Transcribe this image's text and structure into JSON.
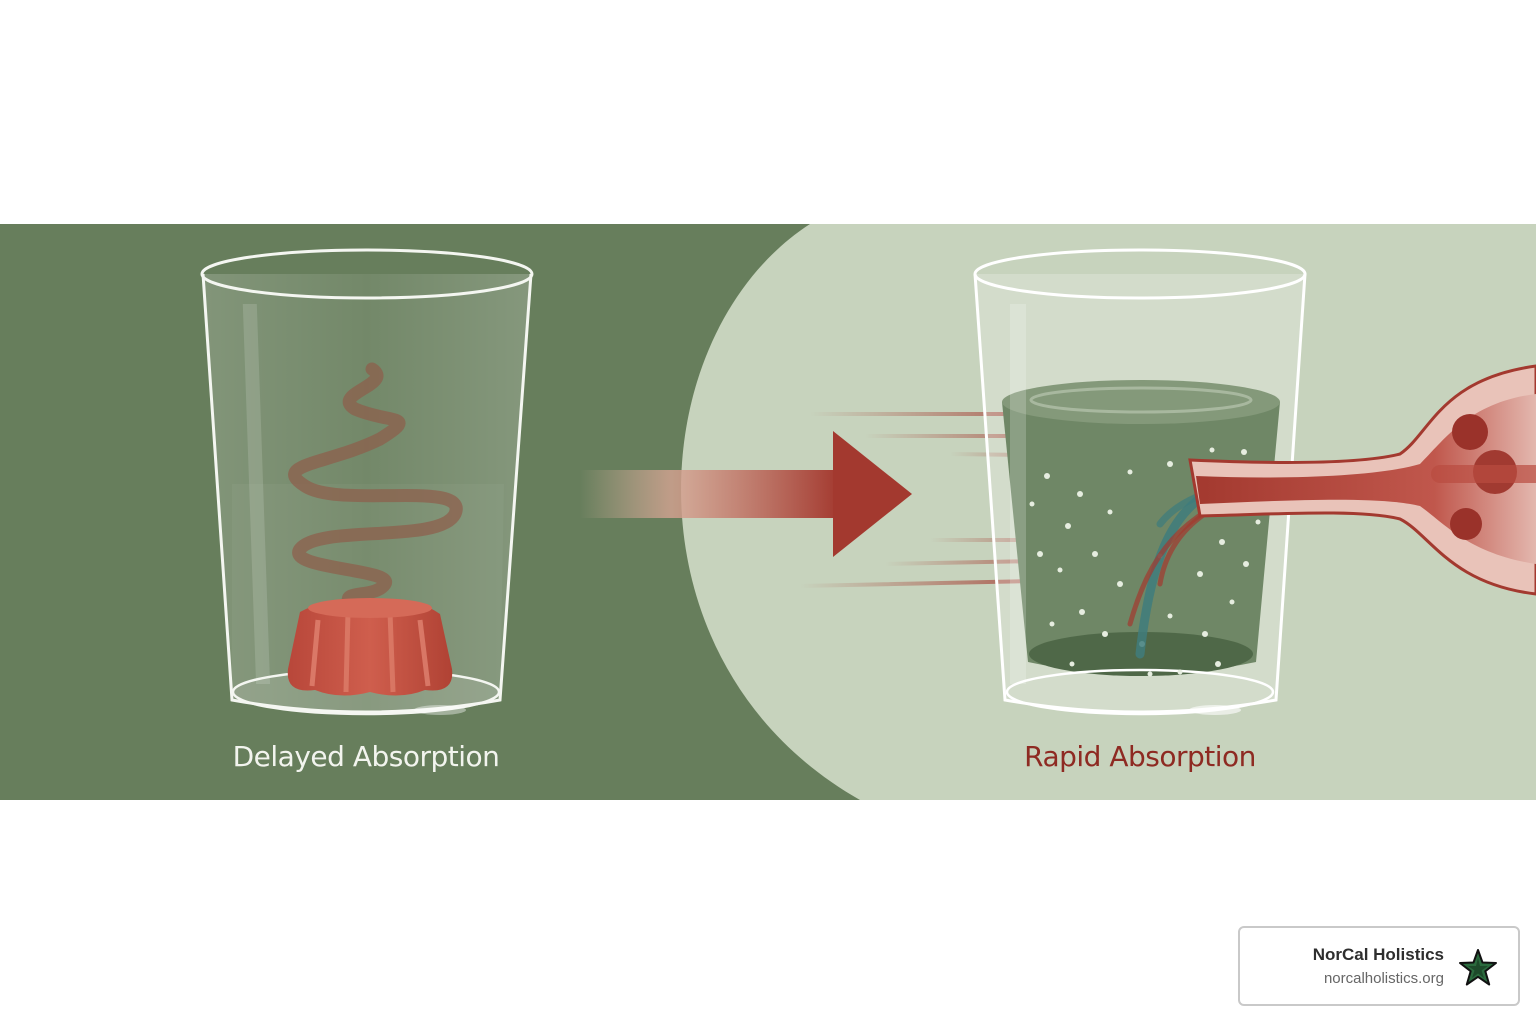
{
  "diagram": {
    "left_label": "Delayed Absorption",
    "right_label": "Rapid Absorption",
    "left_item": "gummy-candy",
    "right_item": "fizzing-liquid",
    "arrow": "arrow-right-icon"
  },
  "branding": {
    "name": "NorCal Holistics",
    "url": "norcalholistics.org",
    "logo": "star-logo-icon"
  },
  "colors": {
    "dark_green": "#677e5c",
    "light_green": "#c7d3bd",
    "accent_red": "#a3392f",
    "label_red": "#8e2a22"
  }
}
